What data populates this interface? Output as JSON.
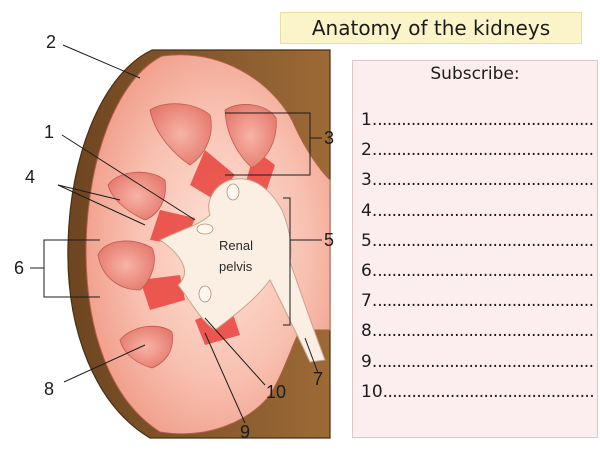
{
  "title": "Anatomy of the kidneys",
  "legend": {
    "heading": "Subscribe:",
    "rows": [
      {
        "number": "1.",
        "blank": "................................................"
      },
      {
        "number": "2.",
        "blank": "................................................"
      },
      {
        "number": "3.",
        "blank": "................................................"
      },
      {
        "number": "4.",
        "blank": "................................................"
      },
      {
        "number": "5.",
        "blank": "................................................"
      },
      {
        "number": "6.",
        "blank": "................................................"
      },
      {
        "number": "7.",
        "blank": "................................................"
      },
      {
        "number": "8.",
        "blank": "................................................"
      },
      {
        "number": "9.",
        "blank": "................................................"
      },
      {
        "number": "10",
        "blank": "................................................"
      }
    ]
  },
  "diagram": {
    "pelvis_label_line1": "Renal",
    "pelvis_label_line2": "pelvis",
    "callouts": [
      "1",
      "2",
      "3",
      "4",
      "5",
      "6",
      "7",
      "8",
      "9",
      "10"
    ],
    "colors": {
      "capsule": "#8a5a2b",
      "cortex": "#f6b5a5",
      "pyramid": "#ef8e80",
      "column": "#e9433d",
      "pelvis": "#fbeee2"
    }
  }
}
